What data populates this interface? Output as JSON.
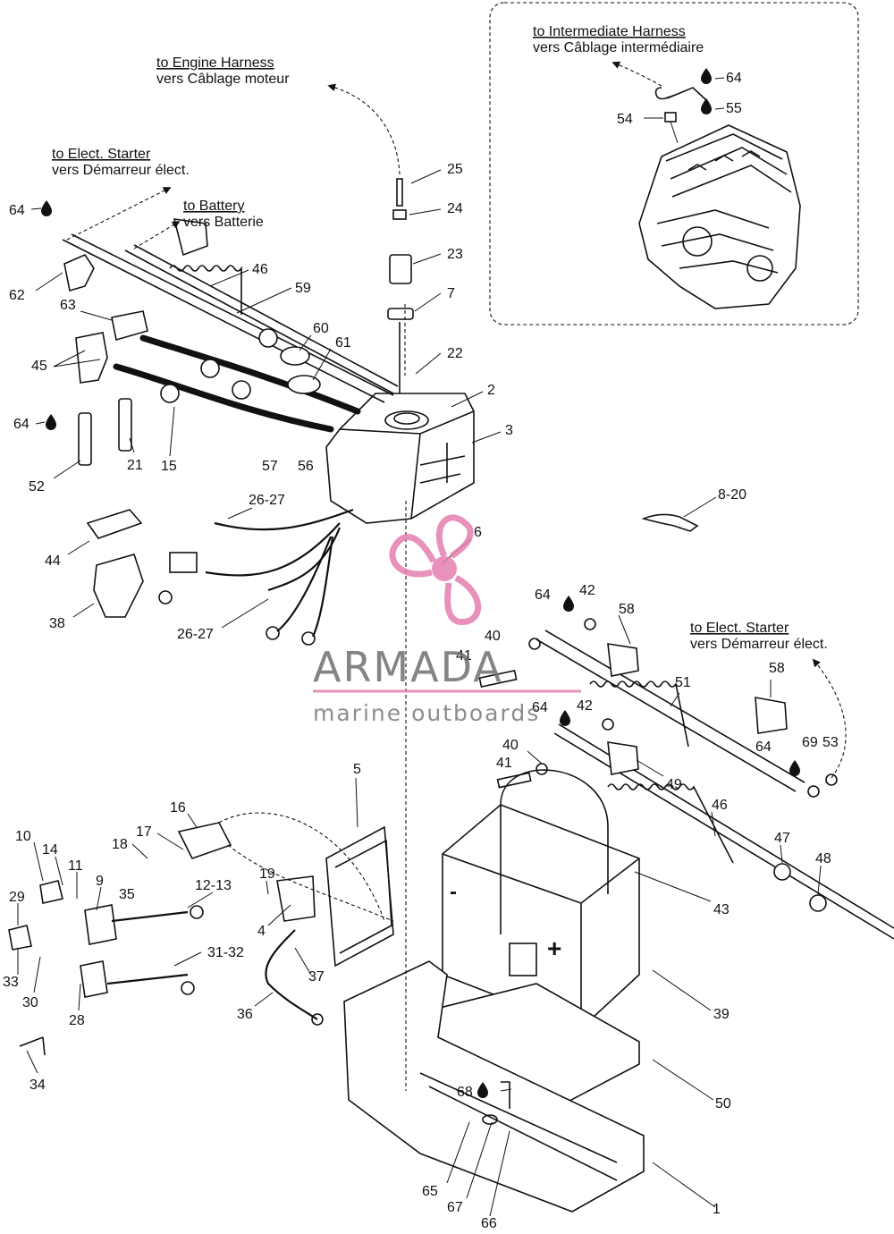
{
  "notes": {
    "engine_harness": [
      "to Engine Harness",
      "vers Câblage moteur"
    ],
    "elect_starter_left": [
      "to Elect. Starter",
      "vers Démarreur élect."
    ],
    "battery": [
      "to Battery",
      "vers Batterie"
    ],
    "intermediate_harness": [
      "to Intermediate Harness",
      "vers Câblage intermédiaire"
    ],
    "elect_starter_right": [
      "to Elect. Starter",
      "vers Démarreur élect."
    ]
  },
  "watermark": {
    "brand": "ARMADA",
    "tagline": "marine outboards",
    "accent": "#e57fb0"
  },
  "battery_marks": {
    "negative": "-",
    "positive": "+"
  },
  "callouts": [
    {
      "label": "25"
    },
    {
      "label": "24"
    },
    {
      "label": "23"
    },
    {
      "label": "7"
    },
    {
      "label": "22"
    },
    {
      "label": "2"
    },
    {
      "label": "3"
    },
    {
      "label": "64"
    },
    {
      "label": "62"
    },
    {
      "label": "46"
    },
    {
      "label": "59"
    },
    {
      "label": "63"
    },
    {
      "label": "45"
    },
    {
      "label": "60"
    },
    {
      "label": "61"
    },
    {
      "label": "64"
    },
    {
      "label": "52"
    },
    {
      "label": "21"
    },
    {
      "label": "15"
    },
    {
      "label": "57"
    },
    {
      "label": "56"
    },
    {
      "label": "26-27"
    },
    {
      "label": "44"
    },
    {
      "label": "38"
    },
    {
      "label": "26-27"
    },
    {
      "label": "6"
    },
    {
      "label": "8-20"
    },
    {
      "label": "64"
    },
    {
      "label": "55"
    },
    {
      "label": "54"
    },
    {
      "label": "64"
    },
    {
      "label": "42"
    },
    {
      "label": "58"
    },
    {
      "label": "40"
    },
    {
      "label": "41"
    },
    {
      "label": "51"
    },
    {
      "label": "58"
    },
    {
      "label": "64"
    },
    {
      "label": "42"
    },
    {
      "label": "40"
    },
    {
      "label": "41"
    },
    {
      "label": "49"
    },
    {
      "label": "64"
    },
    {
      "label": "69"
    },
    {
      "label": "53"
    },
    {
      "label": "46"
    },
    {
      "label": "47"
    },
    {
      "label": "48"
    },
    {
      "label": "43"
    },
    {
      "label": "5"
    },
    {
      "label": "16"
    },
    {
      "label": "17"
    },
    {
      "label": "18"
    },
    {
      "label": "10"
    },
    {
      "label": "14"
    },
    {
      "label": "11"
    },
    {
      "label": "9"
    },
    {
      "label": "35"
    },
    {
      "label": "12-13"
    },
    {
      "label": "19"
    },
    {
      "label": "4"
    },
    {
      "label": "29"
    },
    {
      "label": "33"
    },
    {
      "label": "30"
    },
    {
      "label": "28"
    },
    {
      "label": "31-32"
    },
    {
      "label": "37"
    },
    {
      "label": "36"
    },
    {
      "label": "34"
    },
    {
      "label": "39"
    },
    {
      "label": "50"
    },
    {
      "label": "68"
    },
    {
      "label": "65"
    },
    {
      "label": "67"
    },
    {
      "label": "66"
    },
    {
      "label": "1"
    }
  ]
}
